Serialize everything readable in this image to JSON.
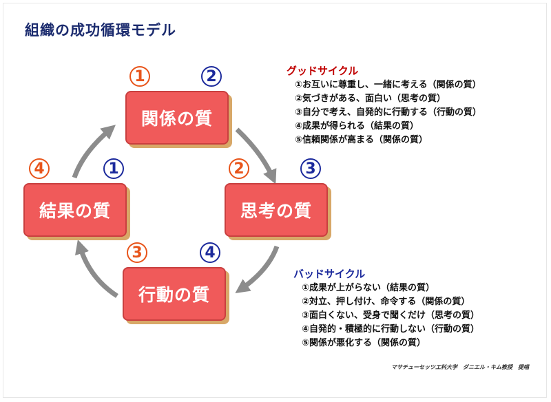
{
  "title": "組織の成功循環モデル",
  "boxes": {
    "relationship": "関係の質",
    "thinking": "思考の質",
    "action": "行動の質",
    "result": "結果の質"
  },
  "numbers": {
    "relationship_red": "1",
    "relationship_blue": "2",
    "thinking_red": "2",
    "thinking_blue": "3",
    "action_red": "3",
    "action_blue": "4",
    "result_red": "4",
    "result_blue": "1"
  },
  "good_cycle": {
    "title": "グッドサイクル",
    "items": [
      "①お互いに尊重し、一緒に考える（関係の質）",
      "②気づきがある、面白い（思考の質）",
      "③自分で考え、自発的に行動する（行動の質）",
      "④成果が得られる（結果の質）",
      "⑤信頼関係が高まる（関係の質）"
    ]
  },
  "bad_cycle": {
    "title": "バッドサイクル",
    "items": [
      "①成果が上がらない（結果の質）",
      "②対立、押し付け、命令する（関係の質）",
      "③面白くない、受身で聞くだけ（思考の質）",
      "④自発的・積極的に行動しない（行動の質）",
      "⑤関係が悪化する（関係の質）"
    ]
  },
  "credit": "マサチューセッツ工科大学　ダニエル・キム教授　提唱",
  "colors": {
    "box_fill": "#f05a5a",
    "box_shadow": "#d8a868",
    "number_red": "#e8541a",
    "number_blue": "#1c2a9c",
    "good_title": "#c00000",
    "bad_title": "#1c2a9c",
    "arrow": "#8c8c8c"
  }
}
